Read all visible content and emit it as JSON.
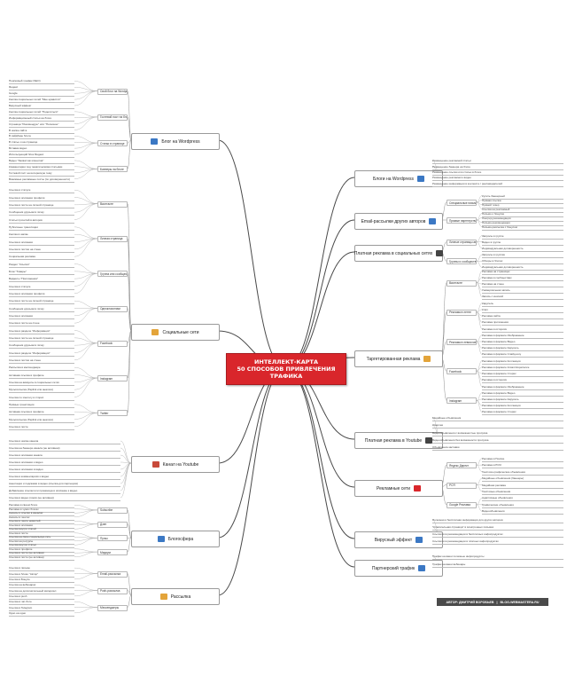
{
  "title_lines": [
    "ИНТЕЛЛЕКТ-КАРТА",
    "50 СПОСОБОВ ПРИВЛЕЧЕНИЯ",
    "ТРАФИКА"
  ],
  "author": {
    "label": "АВТОР: ДМИТРИЙ ВОРОБЬЕВ",
    "sep": "|",
    "site": "BLOG-WEBMASTERA.RU"
  },
  "left_branches": [
    {
      "key": "blog_wp",
      "label": "Блог на Wordpress",
      "icon": "wordpress-blog-icon",
      "color": "#3b78c4",
      "subs": [
        "Свой блог на Wordpress (Вы автор)",
        "Гостевой пост на блоге",
        "Статьи в странице",
        "Баннеры на блоге"
      ],
      "leaves": [
        "Поисковый трафик (SEO)",
        "Яндекс",
        "Google",
        "Кнопка социальных сетей \"Мне нравится\"",
        "Вирусный эффект",
        "Кнопка социальных сетей \"Поделиться\"",
        "Информационный статьи на блоге",
        "Страница \"Рекомендую\" или \"Полезное\"",
        "В шапке сайта",
        "В сайдбаре блога",
        "В статье и на странице",
        "Вставка видео",
        "Использующий блок Яндекс",
        "Видео \"Захватчик клиентов\"",
        "Комментарии под тематическими статьями",
        "Гостевой пост на интересную тему",
        "Взаимные рекламные посты (по договоренности)"
      ]
    },
    {
      "key": "social",
      "label": "Социальные сети",
      "icon": "social-networks-icon",
      "color": "#e3a43a",
      "subs": [
        "Вконтакте",
        "Личная страница",
        "Группа или сообщество",
        "Одноклассники",
        "Facebook",
        "Instagram",
        "Twitter"
      ],
      "leaves": [
        "Ссылка в статусе",
        "Ссылка в описании профиля",
        "Ссылка в посте на личной странице",
        "Сообщения друзьям в личку",
        "Статьи прочитай в авторов",
        "Публичные трансляции",
        "Кнопка в шапке",
        "Ссылка в описании",
        "Ссылки в постах на стене",
        "Социальная реклама",
        "Раздел \"Ссылки\"",
        "Блок \"Товары\"",
        "Виджеты \"Приложения\"",
        "Ссылка в статусе",
        "Ссылка в описании профиля",
        "Ссылка в посте на личной странице",
        "Сообщения друзьям в личку",
        "Ссылка в описании",
        "Ссылка в посте на стене",
        "Ссылка в разделе \"Информация\"",
        "Ссылка в посте на личной странице",
        "Сообщения друзьям в личку",
        "Ссылка в разделе \"Информация\"",
        "Ссылка в постах на стене",
        "Рассылка в мессенджере",
        "Активная ссылка в профиле",
        "Ссылка на аккаунты в социальных сетях",
        "Мультиссылка (Taplink или аналоги)",
        "Ссылка по хэштегу в сторис",
        "Прямые трансляции",
        "Активная ссылка в профиле",
        "Мультиссылка (Taplink или аналоги)",
        "Ссылка в посте"
      ]
    },
    {
      "key": "youtube",
      "label": "Канал на Youtube",
      "icon": "youtube-channel-icon",
      "color": "#c84a3a",
      "subs": [],
      "leaves": [
        "Ссылка в шапке канала",
        "Ссылка на баннере канала (не активная)",
        "Ссылка в описании канала",
        "Ссылка в описании к видео",
        "Ссылка в описании в видео",
        "Ссылка в комментариях к видео",
        "Аннотации и подсказки в видео (ссылка для партнеров)",
        "Добавление ссылки или промокода в описание к видео",
        "Ссылка в видео (поиск (не активна))"
      ]
    },
    {
      "key": "blogosphere",
      "label": "Блогосфера",
      "icon": "blogosphere-icon",
      "color": "#3b78c4",
      "subs": [
        "Subscribe",
        "Дзен",
        "Пульс",
        "Медиум"
      ],
      "leaves": [
        "Реклама в своем блоге",
        "Реклама в чужих блогах",
        "Анонсы и ссылки в каналах",
        "Анонсы в лентах",
        "Ссылки в ленте новостей",
        "Ссылка в описании",
        "Ссылки внутри статей",
        "Ссылка в посте",
        "Ссылка на свою социальную сеть",
        "Ссылки на ресурсы",
        "Ссылка внутри статьи",
        "Ссылка в профиле",
        "Ссылка в посте (не активна)",
        "Ссылка в посте (не активна)"
      ]
    },
    {
      "key": "newsletter",
      "label": "Рассылка",
      "icon": "newsletter-icon",
      "color": "#e3a43a",
      "subs": [
        "Email-рассылка",
        "Push-рассылка",
        "Мессенджеры"
      ],
      "leaves": [
        "Ссылка в письме",
        "Ссылка в блоке \"Автор\"",
        "Ссылка в Бонусе",
        "Ссылка на вебинарах",
        "Ссылка на дополнительный материал",
        "Ссылка в push",
        "Ссылка в чат-боте",
        "Ссылка в Telegram",
        "Одно на одно"
      ]
    }
  ],
  "right_branches": [
    {
      "key": "blogs_wp",
      "label": "Блоги на Wordpress",
      "icon": "wordpress-blogs-icon",
      "color": "#3b78c4",
      "leaves": [
        "Размещение рекламной статьи",
        "Размещение баннера на блоге",
        "Размещение ссылки или статьи в блоге",
        "Размещение рекламного видео",
        "Размещение информации в контексте / рекламодателей"
      ]
    },
    {
      "key": "email_others",
      "label": "Email-рассылки других авторов",
      "icon": "email-lists-icon",
      "color": "#3b78c4",
      "subs": [
        "Специальные письма",
        "Прямые партнерства с авторами"
      ],
      "leaves": [
        "Купить баннерный",
        "Прямая ссылка",
        "Прямой тизер",
        "Ссылка на рекламный",
        "Письмо о бонусах",
        "Лонгрид рекомендация",
        "Письмо-рекомендация",
        "Письмо-рассылка с бонусом"
      ]
    },
    {
      "key": "paid_social",
      "label": "Платная реклама в социальных сетях",
      "icon": "paid-social-icon",
      "color": "#444444",
      "subs": [
        "Личные страницы авторов",
        "Группы и сообщества"
      ],
      "leaves": [
        "Запросы в группе",
        "Видео в группе",
        "Индивидуальная договоренность",
        "Запросы в группах",
        "Обзоры в блогах",
        "Индивидуальная договоренность"
      ]
    },
    {
      "key": "targeting",
      "label": "Таргетированная реклама",
      "icon": "targeted-ads-icon",
      "color": "#e3a43a",
      "subs": [
        "Вконтакте",
        "Реклама в ленте",
        "Реклама в левом меню",
        "Facebook",
        "Instagram"
      ],
      "leaves": [
        "Реклама на страницах",
        "Реклама в сообществах",
        "Реклама на стене",
        "Универсальная запись",
        "Запись с кнопкой",
        "Карусель",
        "Клип",
        "Реклама сайта",
        "Реклама приложения",
        "Реклама в историях",
        "Реклама в формате Изображение",
        "Реклама в формате Видео",
        "Реклама в формате Карусель",
        "Реклама в формате Слайд-шоу",
        "Реклама в формате Коллекция",
        "Реклама в формате Instant Experience",
        "Реклама в формате Сторис",
        "Реклама в историях",
        "Реклама в формате Изображение",
        "Реклама в формате Видео",
        "Реклама в формате Карусель",
        "Реклама в формате Коллекция",
        "Реклама в формате Сторис"
      ]
    },
    {
      "key": "yt_paid",
      "label": "Платная реклама в Youtube",
      "icon": "youtube-ads-icon",
      "color": "#444444",
      "leaves": [
        "Медийные объявления",
        "Оверлеи",
        "Видеообъявления с возможностью пропуска",
        "Видеообъявления без возможности пропуска",
        "Объявления-заставки"
      ]
    },
    {
      "key": "ad_networks",
      "label": "Рекламные сети",
      "icon": "ad-networks-icon",
      "color": "#d9262b",
      "subs": [
        "Яндекс Директ",
        "РСЯ",
        "Google Реклама"
      ],
      "leaves": [
        "Реклама в Поиске",
        "Реклама в РСЯ",
        "Текстово-графические объявления",
        "Медийные объявления (баннеры)",
        "Медийная реклама",
        "Текстовые объявления",
        "Адаптивные объявления",
        "Графические объявления",
        "Видеообъявления"
      ]
    },
    {
      "key": "viral",
      "label": "Вирусный эффект",
      "icon": "viral-effect-icon",
      "color": "#3b78c4",
      "leaves": [
        "Полезная и бесплатная информация для других авторов",
        "\"Спасательная страница\" в электронных письмах",
        "Ссылки или рекомендации в бесплатных инфопродуктах",
        "Ссылки или рекомендации в платных инфопродуктах"
      ]
    },
    {
      "key": "partner",
      "label": "Партнерский трафик",
      "icon": "partner-traffic-icon",
      "color": "#3b78c4",
      "leaves": [
        "Трафик на ваши полезные инфопродукты",
        "Трафик на ваши вебинары"
      ]
    }
  ]
}
